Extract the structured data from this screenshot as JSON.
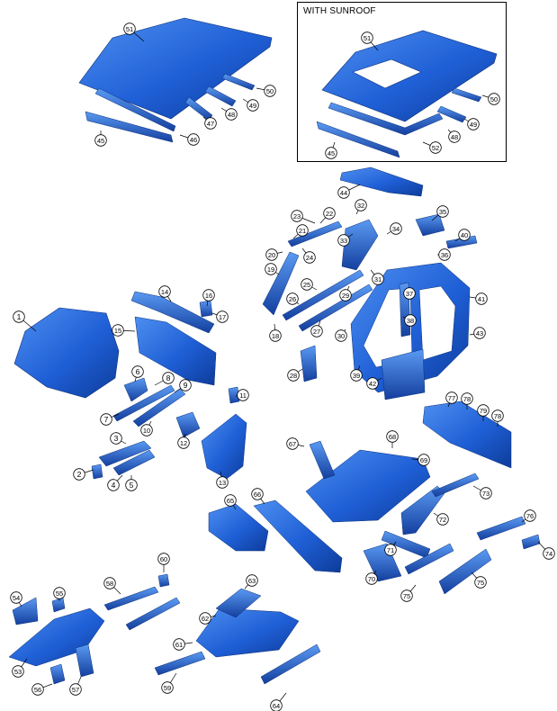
{
  "sunroof_variant": {
    "label": "WITH SUNROOF"
  },
  "colors": {
    "part_fill": "#1f5fd6",
    "part_light": "#4d8ff0",
    "part_dark": "#0d3c9a",
    "callout": "#000000",
    "background": "#ffffff"
  },
  "callouts": [
    "1",
    "2",
    "3",
    "4",
    "5",
    "6",
    "7",
    "8",
    "9",
    "10",
    "11",
    "12",
    "13",
    "14",
    "15",
    "16",
    "17",
    "18",
    "19",
    "20",
    "21",
    "22",
    "23",
    "24",
    "25",
    "26",
    "27",
    "28",
    "29",
    "30",
    "31",
    "32",
    "33",
    "34",
    "35",
    "36",
    "37",
    "38",
    "39",
    "40",
    "41",
    "42",
    "43",
    "44",
    "45",
    "46",
    "47",
    "48",
    "49",
    "50",
    "51",
    "52",
    "53",
    "54",
    "55",
    "56",
    "57",
    "58",
    "59",
    "60",
    "61",
    "62",
    "63",
    "64",
    "65",
    "66",
    "67",
    "68",
    "69",
    "70",
    "71",
    "72",
    "73",
    "74",
    "75",
    "76",
    "77",
    "78",
    "79"
  ],
  "callout_by_key": {
    "c1": "1",
    "c2": "2",
    "c3": "3",
    "c4": "4",
    "c5": "5",
    "c6": "6",
    "c7": "7",
    "c8": "8",
    "c9": "9",
    "c10": "10",
    "c11": "11",
    "c12": "12",
    "c13": "13",
    "c14": "14",
    "c15": "15",
    "c16": "16",
    "c17": "17",
    "c18": "18",
    "c19": "19",
    "c20": "20",
    "c21": "21",
    "c22": "22",
    "c23": "23",
    "c24": "24",
    "c25": "25",
    "c26": "26",
    "c27": "27",
    "c28": "28",
    "c29": "29",
    "c30": "30",
    "c31": "31",
    "c32": "32",
    "c33": "33",
    "c34": "34",
    "c35": "35",
    "c36": "36",
    "c37": "37",
    "c38": "38",
    "c39": "39",
    "c40": "40",
    "c41": "41",
    "c42": "42",
    "c43": "43",
    "c44": "44",
    "c45": "45",
    "c46": "46",
    "c47": "47",
    "c48": "48",
    "c49": "49",
    "c50": "50",
    "c51": "51",
    "c52": "52",
    "c53": "53",
    "c54": "54",
    "c55": "55",
    "c56": "56",
    "c57": "57",
    "c58": "58",
    "c59": "59",
    "c60": "60",
    "c61": "61",
    "c62": "62",
    "c63": "63",
    "c64": "64",
    "c65": "65",
    "c66": "66",
    "c67": "67",
    "c68": "68",
    "c69": "69",
    "c70": "70",
    "c71": "71",
    "c72": "72",
    "c73": "73",
    "c74": "74",
    "c75": "75",
    "c76": "76",
    "c77": "77",
    "c78": "78",
    "c79": "79"
  }
}
